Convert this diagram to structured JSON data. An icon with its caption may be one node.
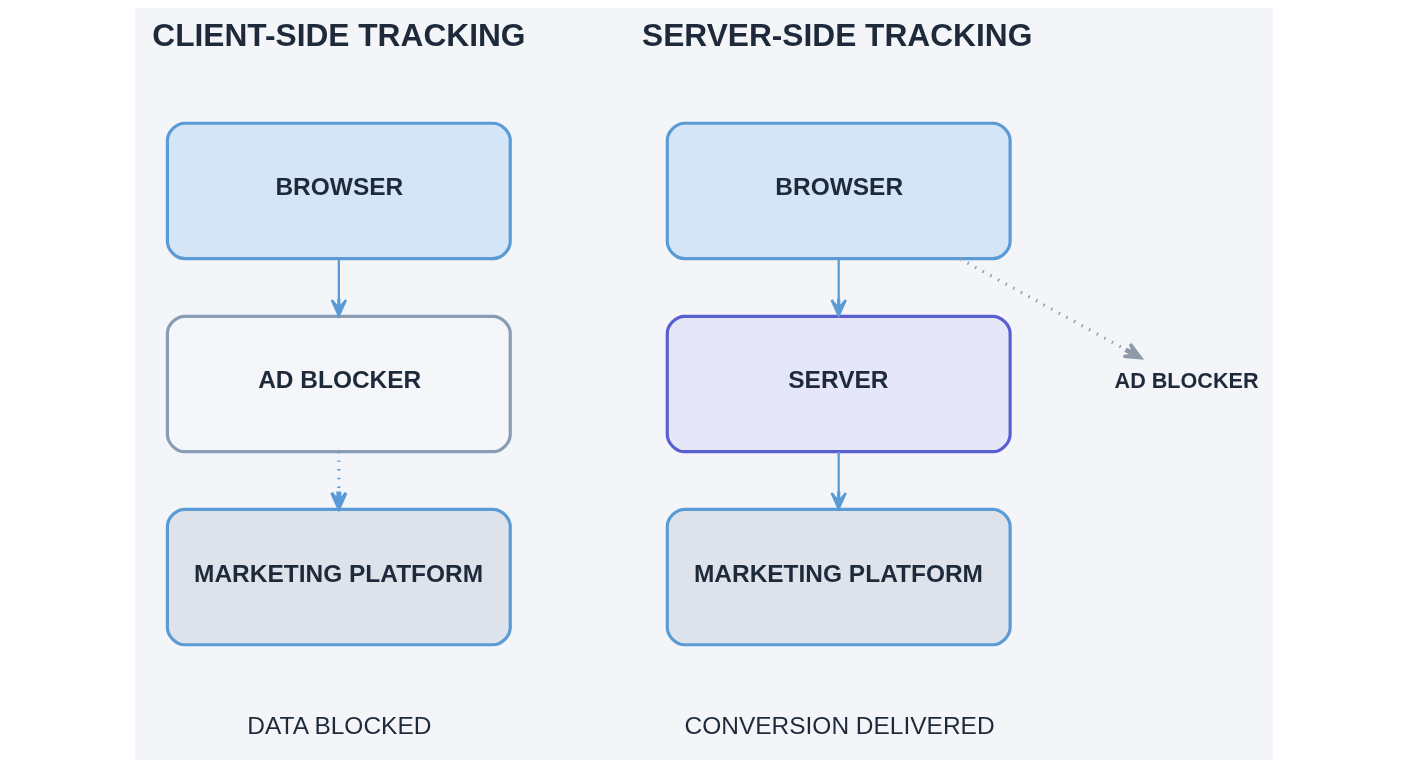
{
  "diagram": {
    "nodes": [
      {
        "text": [
          "BROWSER"
        ]
      },
      {
        "text": [
          "AD BLOCKER"
        ]
      },
      {
        "text": [
          "MARKETING PLATFORM"
        ]
      },
      {
        "text": [
          "BROWSER"
        ]
      },
      {
        "text": [
          "AD BLOCKER"
        ]
      },
      {
        "text": [
          "SERVER"
        ]
      },
      {
        "text": [
          "MARKETING PLATFORM"
        ]
      }
    ],
    "edges": [
      {
        "from": 0,
        "to": 1,
        "arrow": "to"
      },
      {
        "from": 1,
        "to": 2,
        "arrow": "to",
        "style": "dashed"
      },
      {
        "from": 3,
        "to": 5,
        "arrow": "to"
      },
      {
        "from": 3,
        "to": 4,
        "arrow": "to",
        "style": "dashed",
        "color": "#8e9aab"
      },
      {
        "from": 5,
        "to": 6,
        "arrow": "to"
      }
    ],
    "labels": [
      "CLIENT-SIDE TRACKING",
      "SERVER-SIDE TRACKING",
      "DATA BLOCKED",
      "CONVERSION DELIVERED"
    ]
  }
}
